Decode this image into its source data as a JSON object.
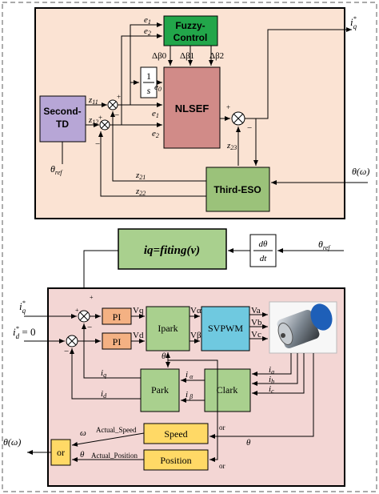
{
  "top": {
    "blocks": {
      "second_td": "Second-\nTD",
      "fuzzy": "Fuzzy-\nControl",
      "nlsef": "NLSEF",
      "third_eso": "Third-ESO",
      "integrator_num": "1",
      "integrator_den": "s"
    },
    "signals": {
      "e1_top": "e1",
      "e2_top": "e2",
      "db0": "Δβ0",
      "db1": "Δβ1",
      "db2": "Δβ2",
      "e0": "e0",
      "e1": "e1",
      "e2": "e2",
      "z11": "z11",
      "z12": "z12",
      "z21": "z21",
      "z22": "z22",
      "z23": "z23",
      "iq_star": "iq*",
      "theta_ref": "θref",
      "theta_omega": "θ(ω)"
    },
    "signs": {
      "plus1": "+",
      "minus1": "−",
      "plus2": "+",
      "minus2": "−",
      "plus3": "+",
      "minus3": "−"
    }
  },
  "middle": {
    "fit_block": "iq=fiting(v)",
    "deriv_num": "dθ",
    "deriv_den": "dt",
    "theta_ref": "θref"
  },
  "bottom": {
    "blocks": {
      "pi1": "PI",
      "pi2": "PI",
      "ipark": "Ipark",
      "svpwm": "SVPWM",
      "park": "Park",
      "clark": "Clark",
      "speed": "Speed",
      "position": "Position",
      "or_block": "or"
    },
    "signals": {
      "iq_star": "iq*",
      "id_star": "id* = 0",
      "vq": "Vq",
      "vd": "Vd",
      "valpha": "Vα",
      "vbeta": "Vβ",
      "va": "Va",
      "vb": "Vb",
      "vc": "Vc",
      "theta_ipark": "θ",
      "ialpha": "iα",
      "ibeta": "iβ",
      "iq": "iq",
      "id": "id",
      "ia": "ia",
      "ib": "ib",
      "ic": "ic",
      "omega": "ω",
      "theta": "θ",
      "actual_speed": "Actual_Speed",
      "actual_position": "Actual_Position",
      "or1": "or",
      "or2": "or",
      "theta_right": "θ",
      "theta_omega": "θ(ω)"
    },
    "signs": {
      "plus_q": "+",
      "minus_q": "−",
      "minus_d": "−",
      "plus_top": "+"
    }
  },
  "colors": {
    "panel_bg": "#fbe3d3",
    "panel_bg2": "#f3d6d4",
    "td": "#b7a6d6",
    "fuzzy": "#22a64a",
    "nlsef": "#d18b88",
    "eso": "#9bc27a",
    "fit": "#a9d08e",
    "pi": "#f4b183",
    "ipark": "#a9d08e",
    "svpwm": "#6fc9e0",
    "park": "#a9d08e",
    "clark": "#a9d08e",
    "yellow": "#ffd966"
  }
}
